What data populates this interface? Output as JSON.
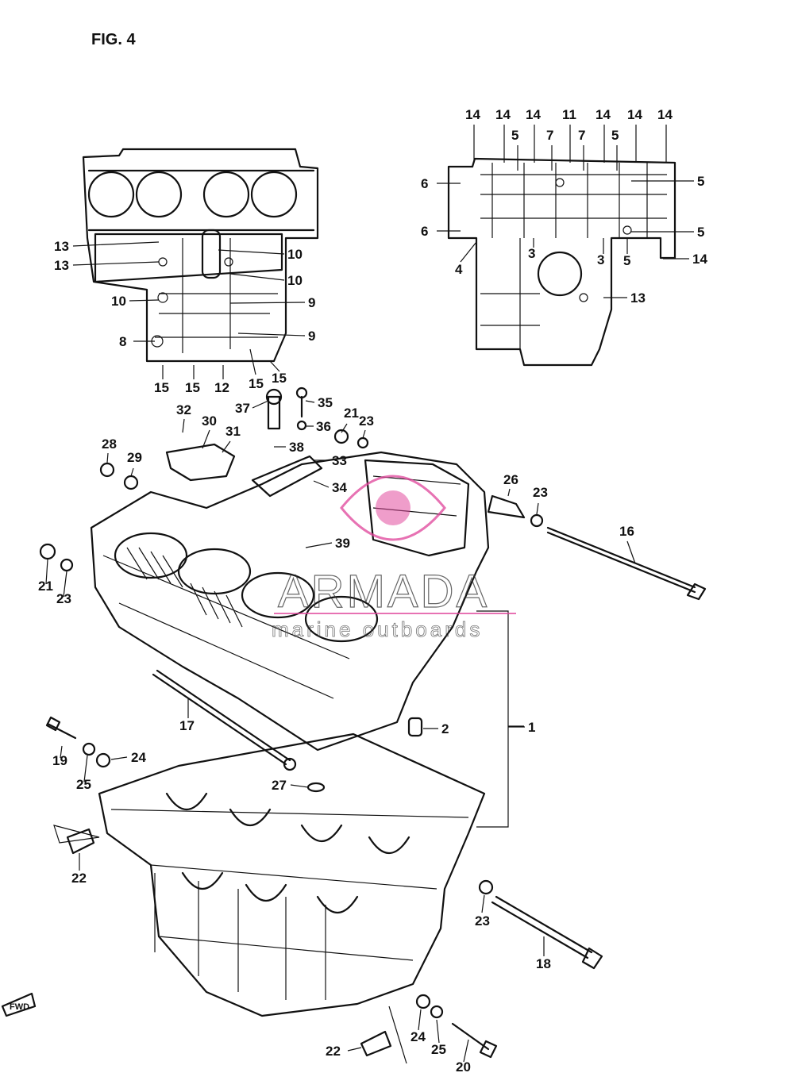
{
  "figure_label": "FIG. 4",
  "fwd_tag": "FWD",
  "watermark": {
    "brand": "ARMADA",
    "subtitle": "marine outboards",
    "accent_color": "#e0449a"
  },
  "callouts": {
    "upper_left": [
      "13",
      "13",
      "10",
      "10",
      "10",
      "9",
      "8",
      "9",
      "15",
      "15",
      "12",
      "15",
      "15"
    ],
    "upper_right": [
      "14",
      "14",
      "14",
      "11",
      "14",
      "14",
      "14",
      "5",
      "7",
      "7",
      "5",
      "6",
      "5",
      "6",
      "5",
      "14",
      "4",
      "3",
      "3",
      "5",
      "13"
    ],
    "middle": [
      "35",
      "37",
      "36",
      "32",
      "30",
      "21",
      "23",
      "31",
      "38",
      "28",
      "29",
      "33",
      "34",
      "26",
      "23",
      "16",
      "39",
      "21",
      "23",
      "17",
      "1",
      "2"
    ],
    "lower": [
      "19",
      "24",
      "25",
      "27",
      "22",
      "23",
      "18",
      "24",
      "25",
      "22",
      "20"
    ]
  }
}
